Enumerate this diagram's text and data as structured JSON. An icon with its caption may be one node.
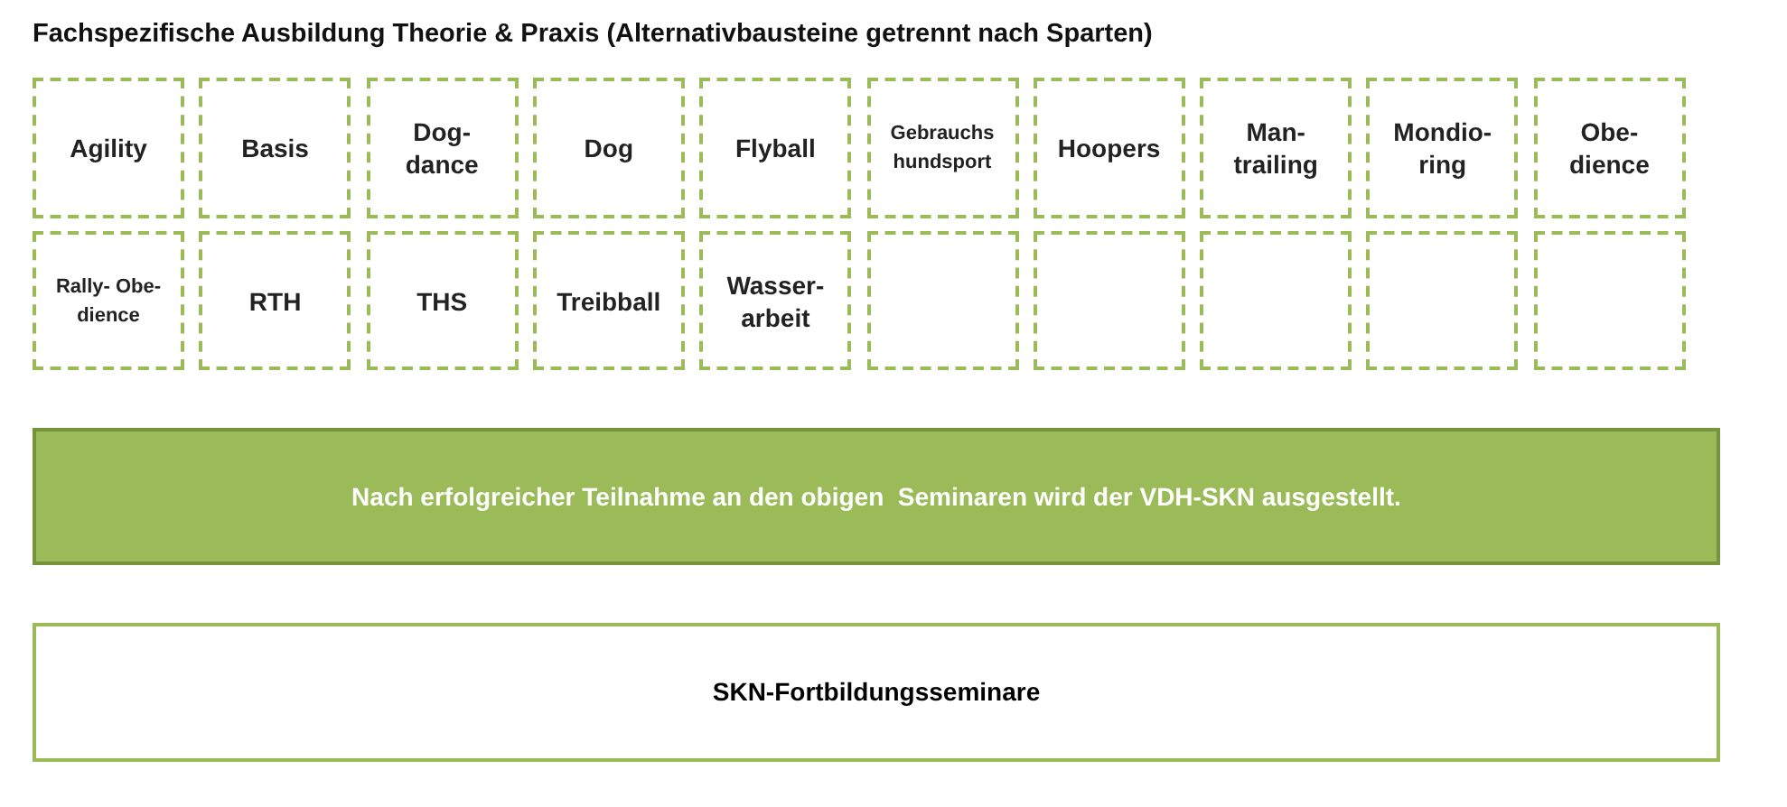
{
  "diagram": {
    "title": "Fachspezifische Ausbildung Theorie & Praxis (Alternativbausteine getrennt nach Sparten)",
    "nodes": [
      {
        "text": [
          "Agility"
        ]
      },
      {
        "text": [
          "Basis"
        ]
      },
      {
        "text": [
          "Dog- dance"
        ]
      },
      {
        "text": [
          "Dog"
        ]
      },
      {
        "text": [
          "Flyball"
        ]
      },
      {
        "text": [
          "Gebrauchs hundsport"
        ]
      },
      {
        "text": [
          "Hoopers"
        ]
      },
      {
        "text": [
          "Man- trailing"
        ]
      },
      {
        "text": [
          "Mondio- ring"
        ]
      },
      {
        "text": [
          "Obe- dience"
        ]
      },
      {
        "text": [
          "Rally- Obe- dience"
        ]
      },
      {
        "text": [
          "RTH"
        ]
      },
      {
        "text": [
          "THS"
        ]
      },
      {
        "text": [
          "Treibball"
        ]
      },
      {
        "text": [
          "Wasser- arbeit"
        ]
      },
      {
        "text": [],
        "shape": "box"
      },
      {
        "text": [],
        "shape": "box"
      },
      {
        "text": [],
        "shape": "box"
      },
      {
        "text": [],
        "shape": "box"
      },
      {
        "text": [],
        "shape": "box"
      },
      {
        "text": [
          "Nach erfolgreicher Teilnahme an den obigen  Seminaren wird der VDH-SKN ausgestellt."
        ]
      },
      {
        "text": [
          "SKN-Fortbildungsseminare"
        ]
      }
    ]
  }
}
